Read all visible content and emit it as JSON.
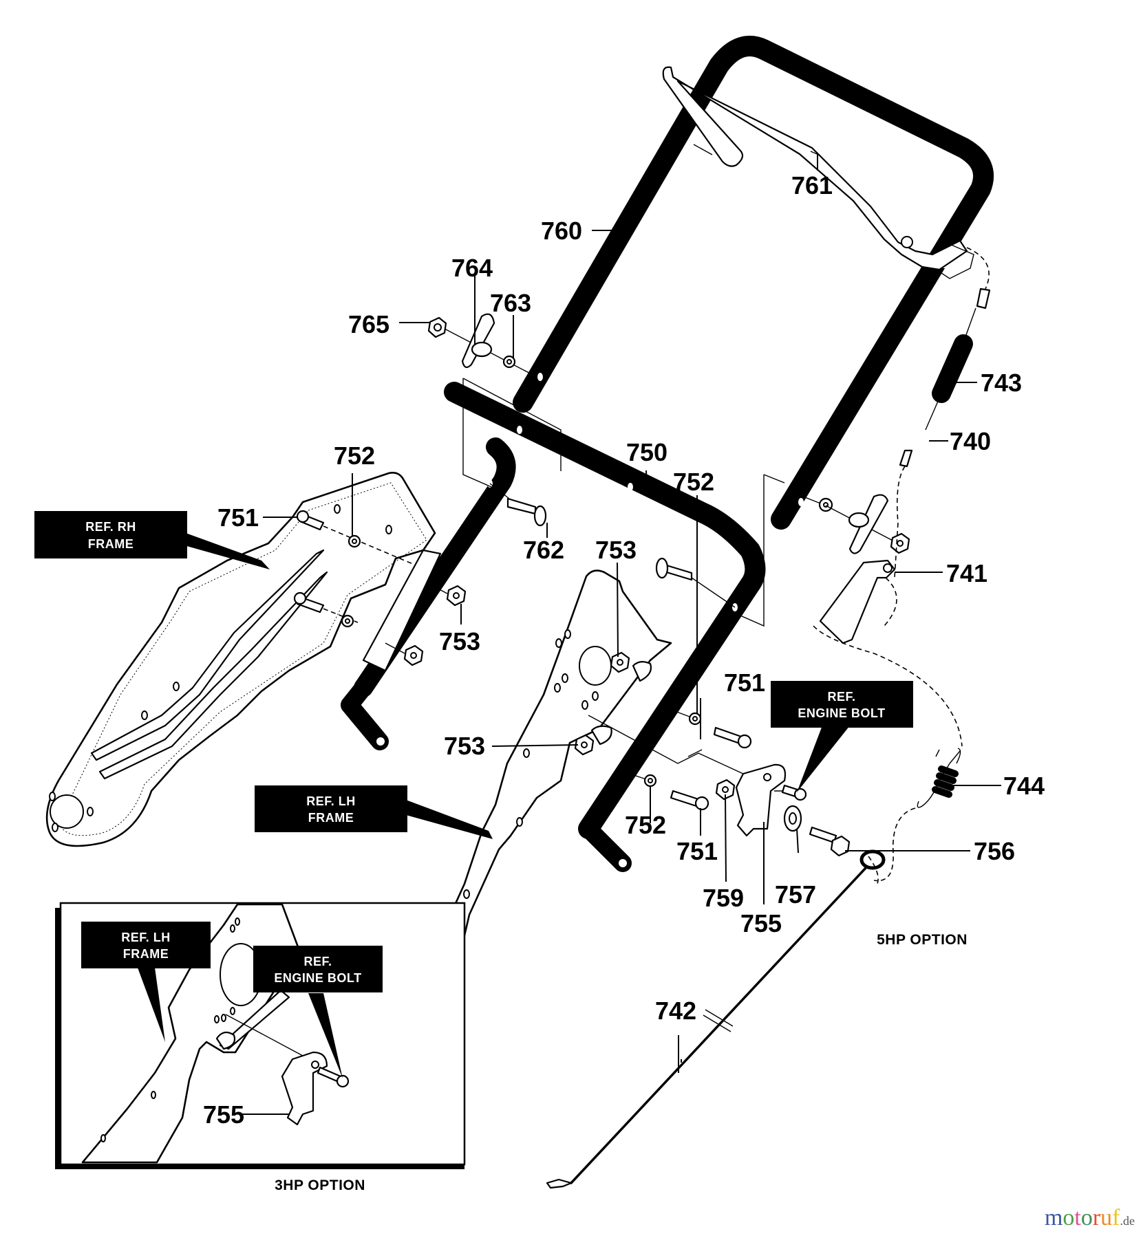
{
  "diagram": {
    "part_numbers": {
      "p740": "740",
      "p741": "741",
      "p742": "742",
      "p743": "743",
      "p744": "744",
      "p750": "750",
      "p751a": "751",
      "p751b": "751",
      "p751c": "751",
      "p752a": "752",
      "p752b": "752",
      "p752c": "752",
      "p753a": "753",
      "p753b": "753",
      "p753c": "753",
      "p755a": "755",
      "p755b": "755",
      "p756": "756",
      "p757": "757",
      "p759": "759",
      "p760": "760",
      "p761": "761",
      "p762": "762",
      "p763": "763",
      "p764": "764",
      "p765": "765"
    },
    "callouts": {
      "rh_frame": [
        "REF. RH",
        "FRAME"
      ],
      "lh_frame": [
        "REF. LH",
        "FRAME"
      ],
      "engine_bolt": [
        "REF.",
        "ENGINE BOLT"
      ],
      "inset_lh_frame": [
        "REF. LH",
        "FRAME"
      ],
      "inset_engine_bolt": [
        "REF.",
        "ENGINE BOLT"
      ]
    },
    "options": {
      "five_hp": "5HP OPTION",
      "three_hp": "3HP OPTION"
    }
  },
  "watermark": {
    "letters": [
      "m",
      "o",
      "t",
      "o",
      "r",
      "u",
      "f"
    ],
    "colors": [
      "#3a55a4",
      "#4aa14a",
      "#e0508f",
      "#3a8f5a",
      "#e64b2e",
      "#f08a1c",
      "#f2c21a"
    ],
    "tld": ".de"
  }
}
